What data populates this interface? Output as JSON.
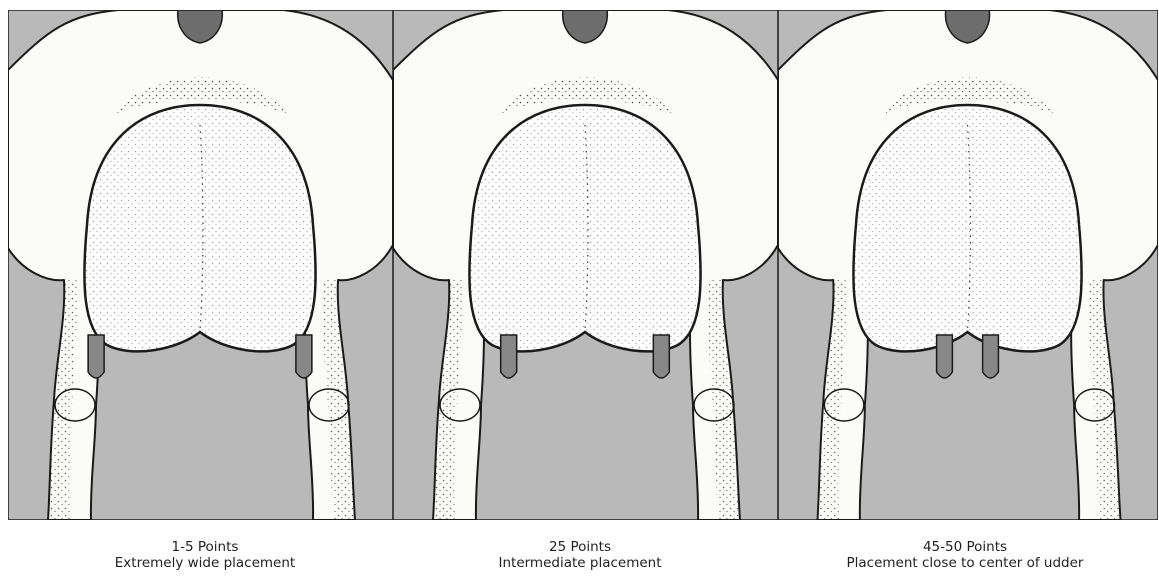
{
  "colors": {
    "background": "#b9b9b9",
    "animal": "#fbfbf8",
    "outline": "#1a1a1a",
    "shading": "#333333"
  },
  "panels": [
    {
      "id": "wide",
      "points": "1-5 Points",
      "description": "Extremely wide placement",
      "teat_spacing": 0.98
    },
    {
      "id": "intermediate",
      "points": "25 Points",
      "description": "Intermediate placement",
      "teat_spacing": 0.72
    },
    {
      "id": "close",
      "points": "45-50 Points",
      "description": "Placement close to center of udder",
      "teat_spacing": 0.22
    }
  ]
}
